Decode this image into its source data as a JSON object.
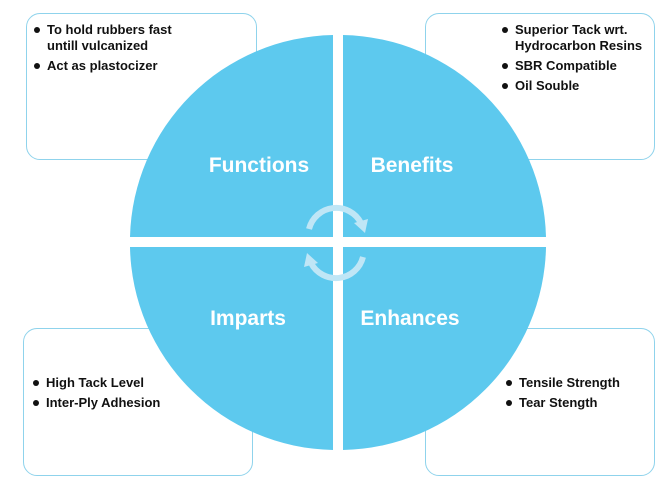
{
  "quadrants": {
    "top_left": {
      "title": "Functions",
      "items": [
        "To hold rubbers fast untill vulcanized",
        "Act as plastocizer"
      ]
    },
    "top_right": {
      "title": "Benefits",
      "items": [
        "Superior Tack wrt. Hydrocarbon Resins",
        "SBR Compatible",
        "Oil Souble"
      ]
    },
    "bottom_left": {
      "title": "Imparts",
      "items": [
        "High Tack Level",
        "Inter-Ply Adhesion"
      ]
    },
    "bottom_right": {
      "title": "Enhances",
      "items": [
        "Tensile Strength",
        "Tear Stength"
      ]
    }
  },
  "colors": {
    "circle_fill": "#5dc9ee",
    "box_border": "#8fd3ec",
    "cycle_arrows": "#bfe6f6"
  },
  "icons": [
    "cycle-arrows-icon"
  ]
}
